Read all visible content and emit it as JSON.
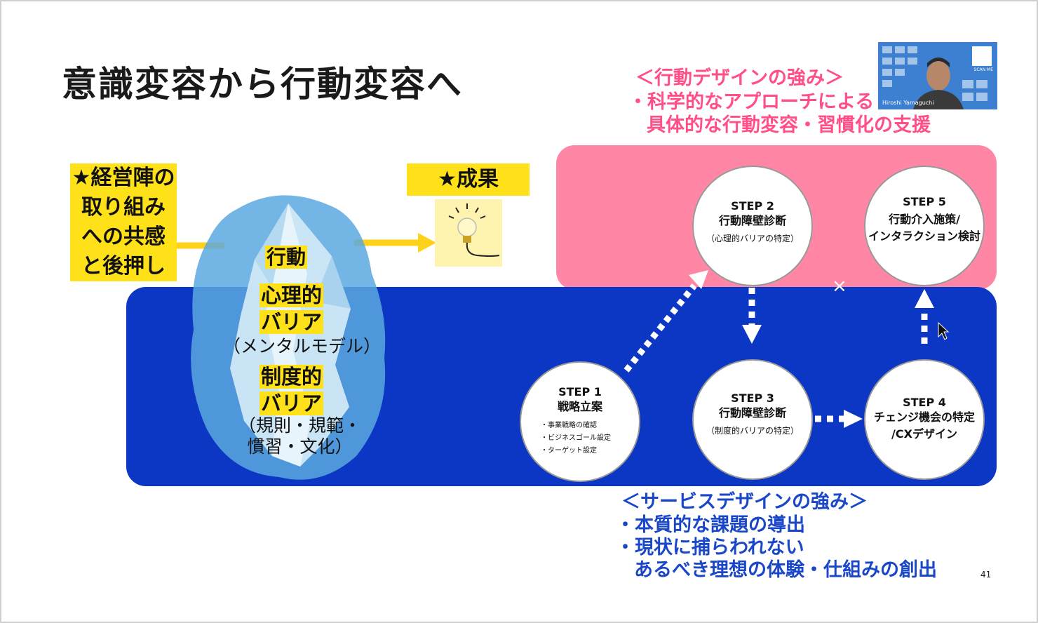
{
  "title": "意識変容から行動変容へ",
  "left_label": [
    "★経営陣の",
    "取り組み",
    "への共感",
    "と後押し"
  ],
  "result_label": "★成果",
  "iceberg": {
    "action": "行動",
    "psych_line1": "心理的",
    "psych_line2": "バリア",
    "psych_paren": "（メンタルモデル）",
    "inst_line1": "制度的",
    "inst_line2": "バリア",
    "inst_paren1": "（規則・規範・",
    "inst_paren2": "慣習・文化）"
  },
  "steps": {
    "step1": {
      "num": "STEP 1",
      "name": "戦略立案",
      "items": [
        "・事業戦略の確認",
        "・ビジネスゴール設定",
        "・ターゲット設定"
      ]
    },
    "step2": {
      "num": "STEP 2",
      "name": "行動障壁診断",
      "sub": "（心理的バリアの特定）"
    },
    "step3": {
      "num": "STEP 3",
      "name": "行動障壁診断",
      "sub": "（制度的バリアの特定）"
    },
    "step4": {
      "num": "STEP 4",
      "name1": "チェンジ機会の特定",
      "name2": "/CXデザイン"
    },
    "step5": {
      "num": "STEP 5",
      "name1": "行動介入施策/",
      "name2": "インタラクション検討"
    }
  },
  "cross_mark": "×",
  "behavior_design": {
    "heading": "＜行動デザインの強み＞",
    "line1": "・科学的なアプローチによる",
    "line2": "具体的な行動変容・習慣化の支援"
  },
  "service_design": {
    "heading": "＜サービスデザインの強み＞",
    "line1": "・本質的な課題の導出",
    "line2": "・現状に捕らわれない",
    "line3": "あるべき理想の体験・仕組みの創出"
  },
  "page_number": "41",
  "video": {
    "name": "Hiroshi Yamaguchi",
    "qr_label": "SCAN ME"
  },
  "colors": {
    "pink": "#ff87a5",
    "blue": "#0c36c4",
    "yellow": "#ffe11a",
    "pink_text": "#ff4f86",
    "blue_text": "#1a47c8"
  }
}
